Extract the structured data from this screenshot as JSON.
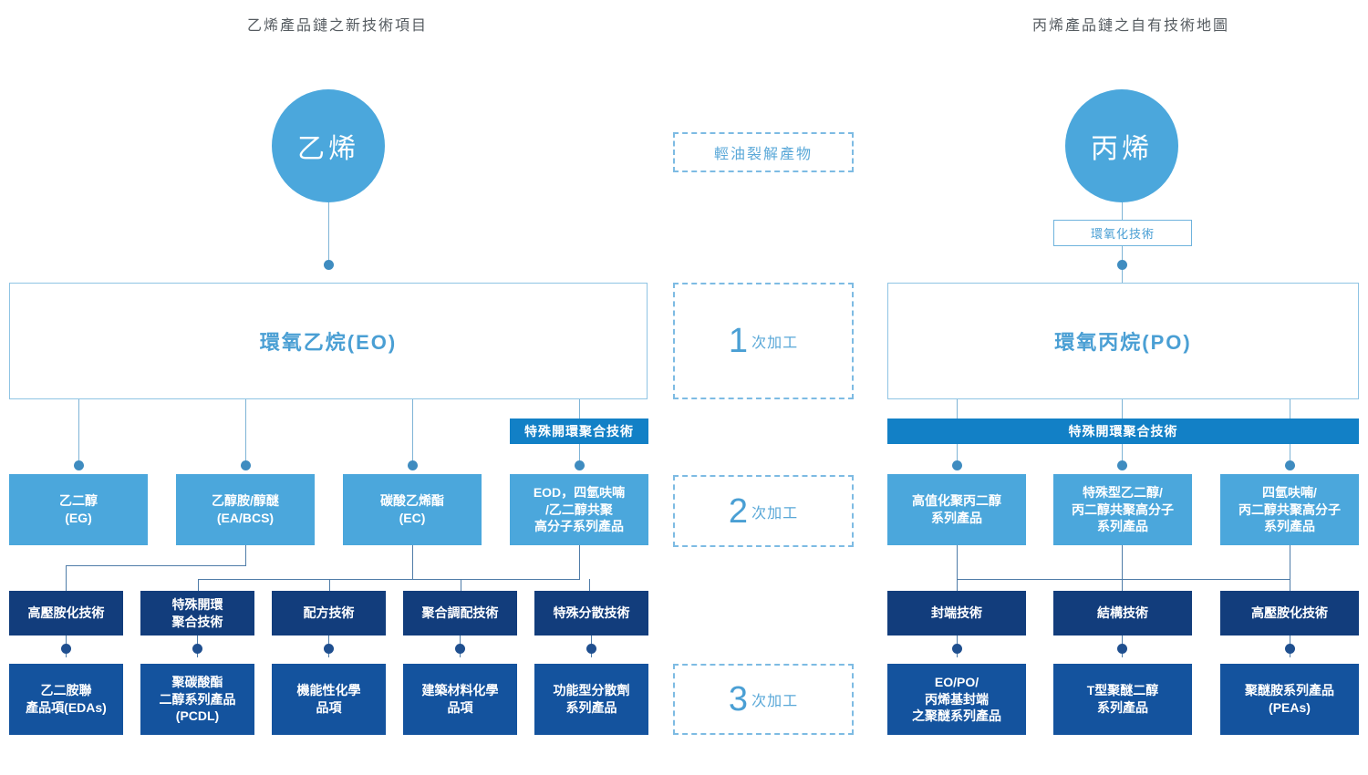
{
  "titles": {
    "left": "乙烯產品鏈之新技術項目",
    "right": "丙烯產品鏈之自有技術地圖"
  },
  "center_column": {
    "feedstock_label": "輕油裂解產物",
    "stages": [
      {
        "num": "1",
        "suffix": "次加工"
      },
      {
        "num": "2",
        "suffix": "次加工"
      },
      {
        "num": "3",
        "suffix": "次加工"
      }
    ]
  },
  "left_chain": {
    "source": "乙烯",
    "primary": "環氧乙烷(EO)",
    "banner": "特殊開環聚合技術",
    "secondary": [
      "乙二醇\n(EG)",
      "乙醇胺/醇醚\n(EA/BCS)",
      "碳酸乙烯酯\n(EC)",
      "EOD，四氫呋喃\n/乙二醇共聚\n高分子系列產品"
    ],
    "technologies": [
      "高壓胺化技術",
      "特殊開環\n聚合技術",
      "配方技術",
      "聚合調配技術",
      "特殊分散技術"
    ],
    "products": [
      "乙二胺聯\n產品項(EDAs)",
      "聚碳酸酯\n二醇系列產品\n(PCDL)",
      "機能性化學\n品項",
      "建築材料化學\n品項",
      "功能型分散劑\n系列產品"
    ]
  },
  "right_chain": {
    "source": "丙烯",
    "source_tech": "環氧化技術",
    "primary": "環氧丙烷(PO)",
    "banner": "特殊開環聚合技術",
    "secondary": [
      "高值化聚丙二醇\n系列產品",
      "特殊型乙二醇/\n丙二醇共聚高分子\n系列產品",
      "四氫呋喃/\n丙二醇共聚高分子\n系列產品"
    ],
    "technologies": [
      "封端技術",
      "結構技術",
      "高壓胺化技術"
    ],
    "products": [
      "EO/PO/\n丙烯基封端\n之聚醚系列產品",
      "T型聚醚二醇\n系列產品",
      "聚醚胺系列產品\n(PEAs)"
    ]
  },
  "colors": {
    "light_blue": "#4ba7dc",
    "banner_blue": "#1280c6",
    "tech_navy": "#123d7c",
    "product_blue": "#14539e",
    "line_blue": "#7fb4d6",
    "title_gray": "#555b60"
  }
}
